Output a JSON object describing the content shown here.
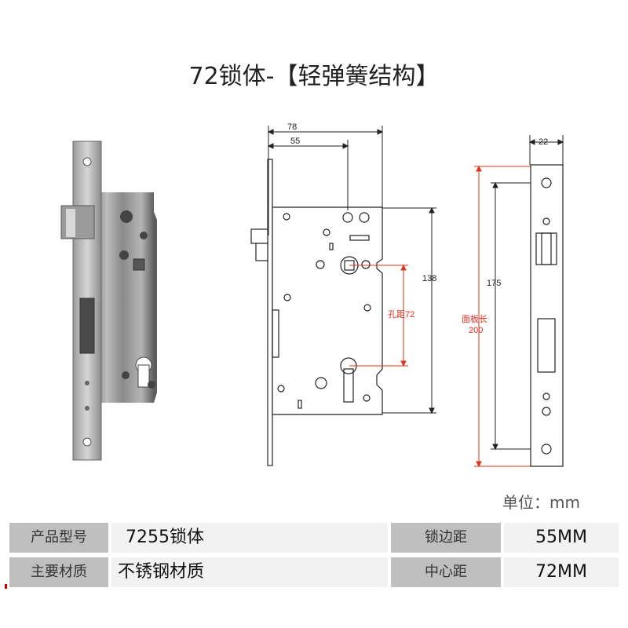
{
  "title": "72锁体-【轻弹簧结构】",
  "dimensions": {
    "width_total": "78",
    "backset": "55",
    "body_height": "138",
    "hole_distance": "孔距72",
    "faceplate_width": "22",
    "screw_spacing": "175",
    "faceplate_length_line1": "面板长",
    "faceplate_length_line2": "200"
  },
  "unit_label": "单位：mm",
  "specs": [
    {
      "label": "产品型号",
      "value": "7255锁体",
      "label2": "锁边距",
      "value2": "55MM"
    },
    {
      "label": "主要材质",
      "value": "不锈钢材质",
      "label2": "中心距",
      "value2": "72MM"
    }
  ],
  "colors": {
    "dimension_red": "#e0301e",
    "table_label_bg": "#bfbfbf",
    "table_value_bg": "#f2f2f2"
  }
}
